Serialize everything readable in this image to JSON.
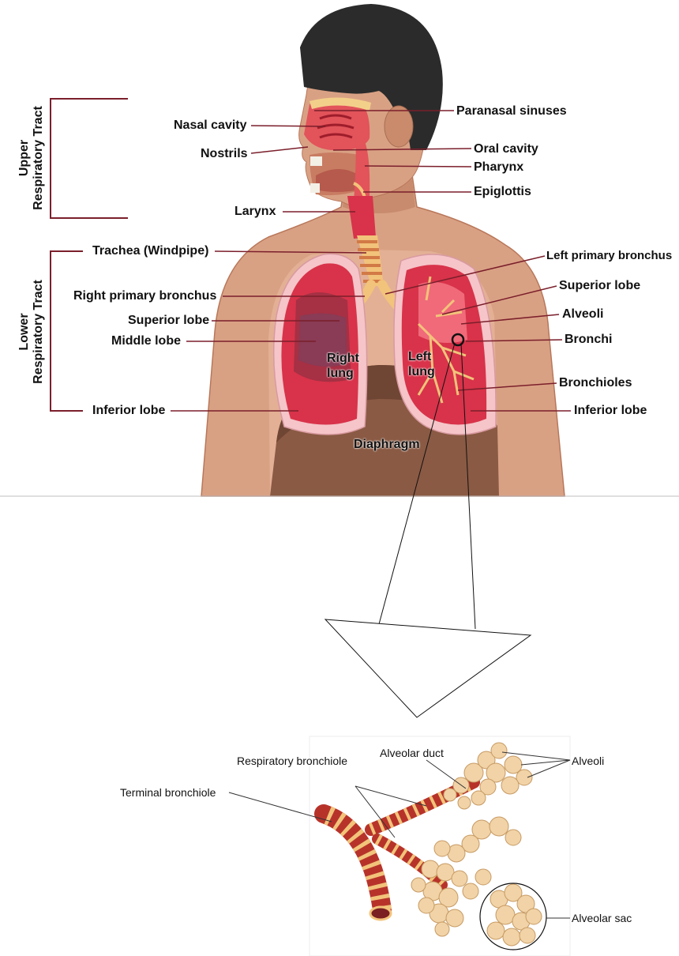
{
  "sections": {
    "upper": [
      "Upper",
      "Respiratory Tract"
    ],
    "lower": [
      "Lower",
      "Respiratory Tract"
    ]
  },
  "labels_left": {
    "nasal_cavity": "Nasal cavity",
    "nostrils": "Nostrils",
    "larynx": "Larynx",
    "trachea": "Trachea (Windpipe)",
    "right_primary_bronchus": "Right primary bronchus",
    "superior_lobe": "Superior lobe",
    "middle_lobe": "Middle lobe",
    "inferior_lobe": "Inferior lobe"
  },
  "labels_right": {
    "paranasal_sinuses": "Paranasal sinuses",
    "oral_cavity": "Oral cavity",
    "pharynx": "Pharynx",
    "epiglottis": "Epiglottis",
    "left_primary_bronchus": "Left primary bronchus",
    "superior_lobe": "Superior lobe",
    "alveoli": "Alveoli",
    "bronchi": "Bronchi",
    "bronchioles": "Bronchioles",
    "inferior_lobe": "Inferior lobe"
  },
  "labels_inner": {
    "right_lung": [
      "Right",
      "lung"
    ],
    "left_lung": [
      "Left",
      "lung"
    ],
    "diaphragm": "Diaphragm"
  },
  "detail_labels": {
    "respiratory_bronchiole": "Respiratory bronchiole",
    "alveolar_duct": "Alveolar duct",
    "alveoli": "Alveoli",
    "terminal_bronchiole": "Terminal bronchiole",
    "alveolar_sac": "Alveolar sac"
  },
  "colors": {
    "leader_line": "#7b1f2b",
    "skin": "#d9a184",
    "skin_dark": "#b8775a",
    "hair": "#2b2b2b",
    "lung": "#d8334a",
    "lung_light": "#f06a7a",
    "lung_edge": "#f5c5c9",
    "diaphragm": "#8a5a44",
    "trachea_ring": "#f2c37a",
    "alveolus": "#f1d3a7",
    "bronchiole_red": "#b7332a"
  }
}
